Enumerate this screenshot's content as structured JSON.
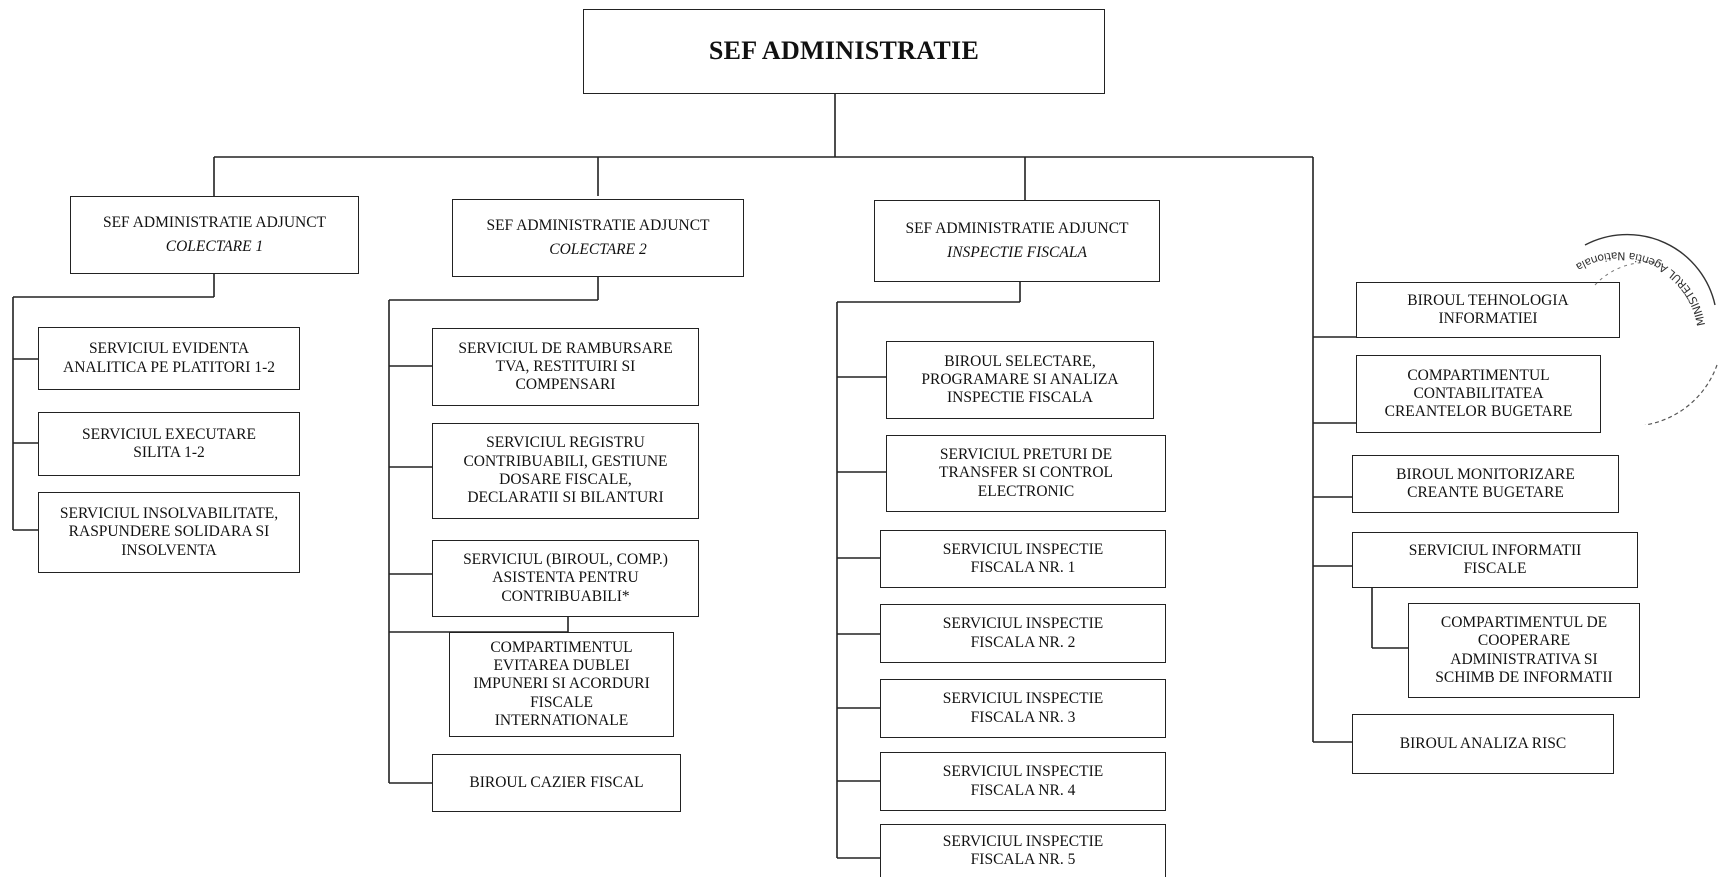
{
  "chart": {
    "root": {
      "lines": [
        "SEF ADMINISTRATIE"
      ]
    },
    "adjuncts": [
      {
        "title": "SEF ADMINISTRATIE ADJUNCT",
        "subtitle": "COLECTARE 1"
      },
      {
        "title": "SEF ADMINISTRATIE ADJUNCT",
        "subtitle": "COLECTARE 2"
      },
      {
        "title": "SEF ADMINISTRATIE ADJUNCT",
        "subtitle": "INSPECTIE FISCALA"
      }
    ],
    "colectare1": [
      {
        "lines": [
          "SERVICIUL EVIDENTA",
          "ANALITICA PE PLATITORI 1-2"
        ]
      },
      {
        "lines": [
          "SERVICIUL EXECUTARE",
          "SILITA 1-2"
        ]
      },
      {
        "lines": [
          "SERVICIUL INSOLVABILITATE,",
          "RASPUNDERE SOLIDARA SI",
          "INSOLVENTA"
        ]
      }
    ],
    "colectare2": [
      {
        "lines": [
          "SERVICIUL DE RAMBURSARE",
          "TVA, RESTITUIRI SI",
          "COMPENSARI"
        ]
      },
      {
        "lines": [
          "SERVICIUL REGISTRU",
          "CONTRIBUABILI, GESTIUNE",
          "DOSARE FISCALE,",
          "DECLARATII SI BILANTURI"
        ]
      },
      {
        "lines": [
          "SERVICIUL (BIROUL, COMP.)",
          "ASISTENTA PENTRU",
          "CONTRIBUABILI*"
        ]
      },
      {
        "lines": [
          "COMPARTIMENTUL",
          "EVITAREA DUBLEI",
          "IMPUNERI SI ACORDURI",
          "FISCALE",
          "INTERNATIONALE"
        ]
      },
      {
        "lines": [
          "BIROUL CAZIER FISCAL"
        ]
      }
    ],
    "inspectie": [
      {
        "lines": [
          "BIROUL SELECTARE,",
          "PROGRAMARE SI ANALIZA",
          "INSPECTIE FISCALA"
        ]
      },
      {
        "lines": [
          "SERVICIUL PRETURI DE",
          "TRANSFER SI CONTROL",
          "ELECTRONIC"
        ]
      },
      {
        "lines": [
          "SERVICIUL INSPECTIE",
          "FISCALA NR. 1"
        ]
      },
      {
        "lines": [
          "SERVICIUL INSPECTIE",
          "FISCALA NR. 2"
        ]
      },
      {
        "lines": [
          "SERVICIUL INSPECTIE",
          "FISCALA NR. 3"
        ]
      },
      {
        "lines": [
          "SERVICIUL INSPECTIE",
          "FISCALA NR. 4"
        ]
      },
      {
        "lines": [
          "SERVICIUL INSPECTIE",
          "FISCALA NR. 5"
        ]
      }
    ],
    "direct": [
      {
        "lines": [
          "BIROUL TEHNOLOGIA",
          "INFORMATIEI"
        ]
      },
      {
        "lines": [
          "COMPARTIMENTUL",
          "CONTABILITATEA",
          "CREANTELOR BUGETARE"
        ]
      },
      {
        "lines": [
          "BIROUL MONITORIZARE",
          "CREANTE BUGETARE"
        ]
      },
      {
        "lines": [
          "SERVICIUL INFORMATII",
          "FISCALE"
        ]
      },
      {
        "lines": [
          "COMPARTIMENTUL DE",
          "COOPERARE",
          "ADMINISTRATIVA SI",
          "SCHIMB DE INFORMATII"
        ]
      },
      {
        "lines": [
          "BIROUL ANALIZA RISC"
        ]
      }
    ]
  },
  "stamp": {
    "text": "MINISTERUL Agentia Nationala"
  }
}
